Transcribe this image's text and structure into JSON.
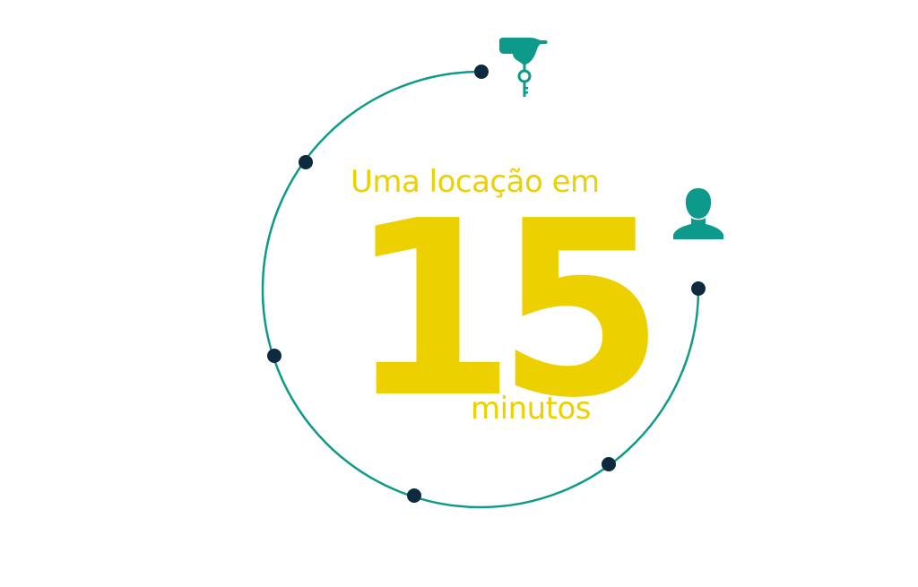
{
  "headline": {
    "line1": "Uma locação em",
    "number": "15",
    "line2": "minutos"
  },
  "icons": {
    "top": "hand-with-key-icon",
    "right": "person-icon"
  },
  "colors": {
    "text": "#EDD000",
    "circle": "#0E9A8A",
    "dots": "#0D2A3F",
    "icons": "#0E9A8A",
    "background": "#FFFFFF"
  }
}
